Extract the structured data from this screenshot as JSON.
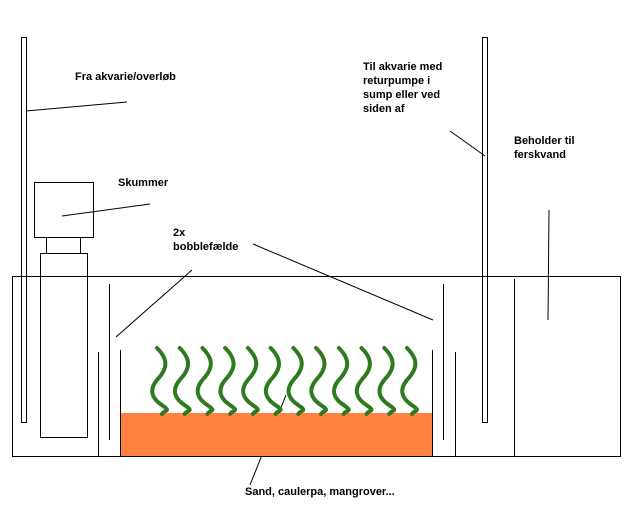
{
  "labels": {
    "from_tank": "Fra akvarie/overløb",
    "to_tank": "Til akvarie med\nreturpumpe i\nsump eller ved\nsiden af",
    "fresh_container": "Beholder til\nferskvand",
    "skimmer": "Skummer",
    "bubble_trap": "2x\nbobblefælde",
    "substrate": "Sand, caulerpa, mangrover..."
  },
  "colors": {
    "line": "#000000",
    "sand": "#ff8040",
    "plant": "#2d7a1f",
    "background": "#ffffff"
  },
  "plants": {
    "count": 12
  }
}
